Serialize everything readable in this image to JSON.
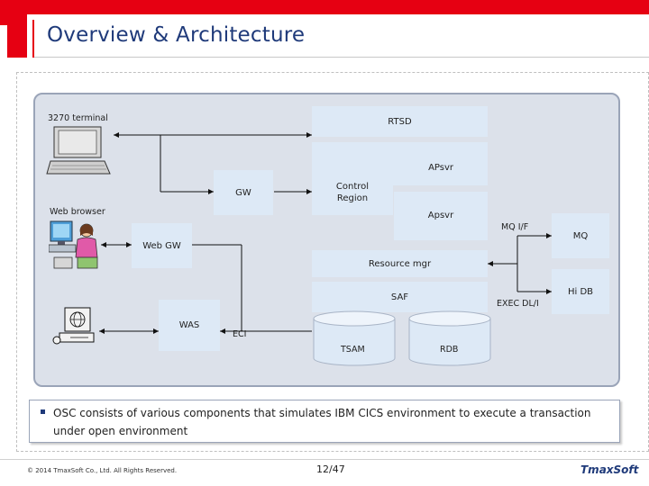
{
  "header": {
    "title": "Overview & Architecture"
  },
  "diagram": {
    "terminal_label": "3270 terminal",
    "web_browser_label": "Web browser",
    "rtsd": "RTSD",
    "apsvr_top": "APsvr",
    "gw": "GW",
    "control_region": "Control Region",
    "apsvr": "Apsvr",
    "mq_if": "MQ I/F",
    "mq": "MQ",
    "web_gw": "Web GW",
    "resource_mgr": "Resource mgr",
    "saf": "SAF",
    "exec_dli": "EXEC DL/I",
    "hidb": "Hi DB",
    "was": "WAS",
    "eci": "ECI",
    "tsam": "TSAM",
    "rdb": "RDB"
  },
  "bullet": {
    "text": "OSC consists of various components that simulates IBM CICS environment to execute a transaction under open environment"
  },
  "footer": {
    "copyright": "© 2014 TmaxSoft Co., Ltd. All Rights Reserved.",
    "page": "12/47",
    "brand": "TmaxSoft"
  },
  "colors": {
    "accent_red": "#e60012",
    "title_blue": "#1f3a7a",
    "box_fill": "#dde9f6",
    "panel_fill": "#dce1ea"
  }
}
